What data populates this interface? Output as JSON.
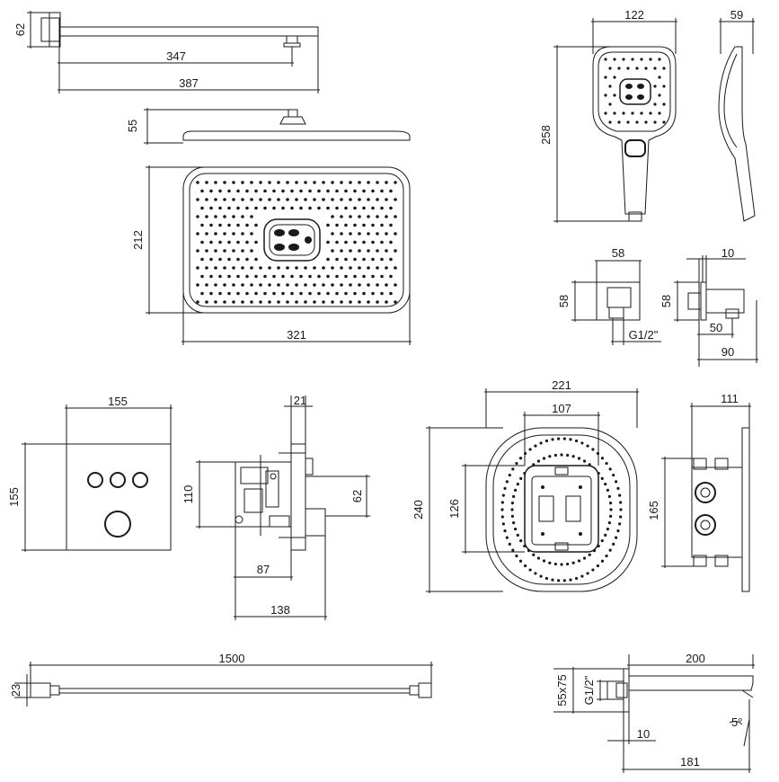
{
  "shower_arm": {
    "height": "62",
    "reach": "347",
    "length": "387"
  },
  "rain_head": {
    "thickness": "55",
    "depth": "212",
    "width": "321"
  },
  "hand_shower": {
    "width": "122",
    "depth": "59",
    "length": "258"
  },
  "wall_outlet": {
    "width": "58",
    "height": "58",
    "thread": "G1/2\"",
    "wall_gap": "10",
    "outlet_offset": "50",
    "depth": "90"
  },
  "control_panel": {
    "width": "155",
    "height": "155",
    "plate_thickness": "21",
    "body_height": "110",
    "outlet_spacing": "62",
    "body_depth": "87",
    "total_depth": "138"
  },
  "box_front": {
    "width": "221",
    "inner_width": "107",
    "height": "240",
    "inner_height": "126"
  },
  "box_side": {
    "depth": "111",
    "height": "165"
  },
  "hose": {
    "length": "1500",
    "diameter": "23"
  },
  "spout": {
    "length": "200",
    "section": "55x75",
    "thread": "G1/2\"",
    "wall_gap": "10",
    "projection": "181",
    "angle": "5°"
  }
}
